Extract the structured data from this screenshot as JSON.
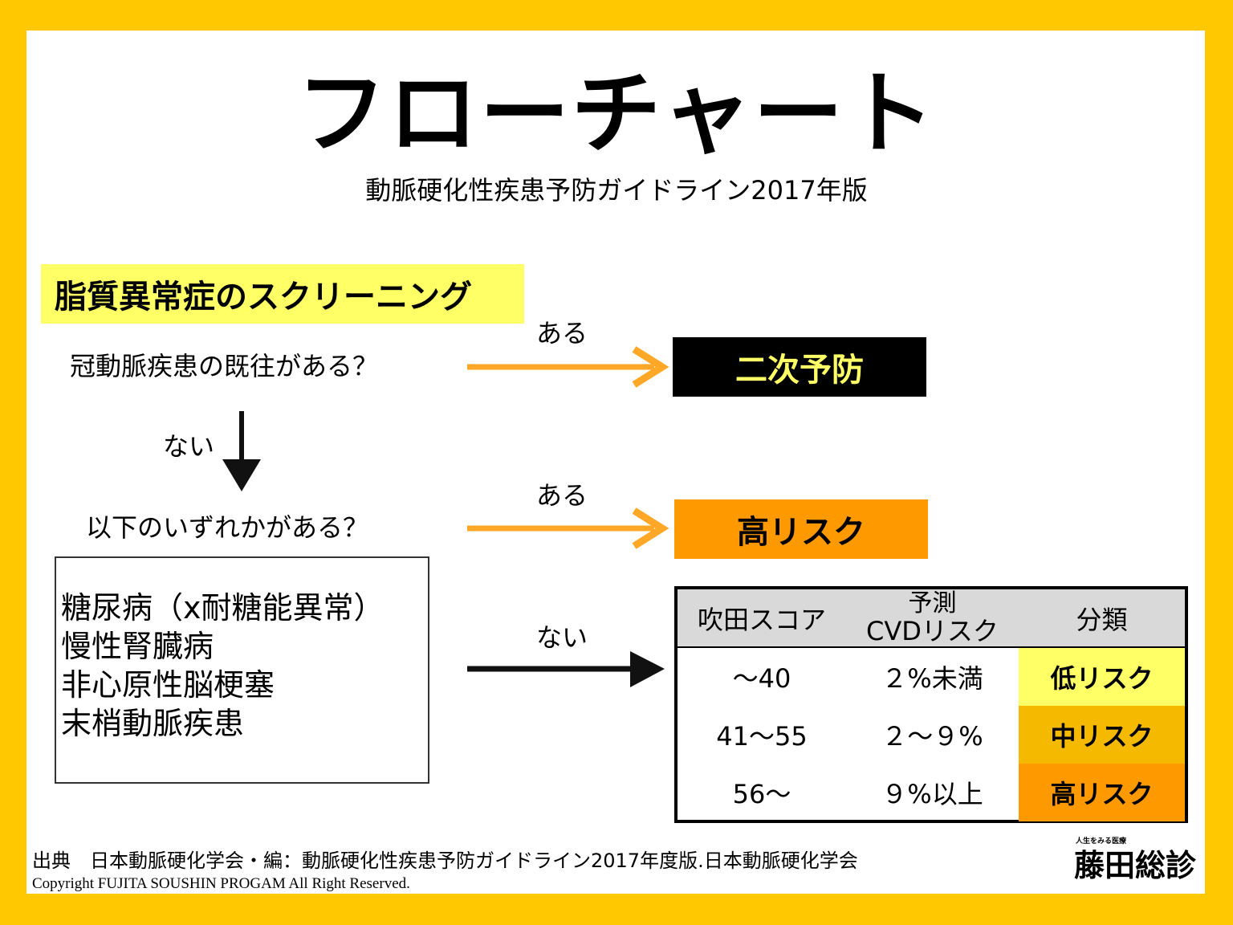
{
  "title": "フローチャート",
  "subtitle": "動脈硬化性疾患予防ガイドライン2017年版",
  "screening_label": "脂質異常症のスクリーニング",
  "question1": "冠動脈疾患の既往がある？",
  "question2": "以下のいずれかがある？",
  "yes_label": "ある",
  "no_label": "ない",
  "secondary_prevention": "二次予防",
  "high_risk": "高リスク",
  "conditions": [
    "糖尿病（x耐糖能異常）",
    "慢性腎臓病",
    "非心原性脳梗塞",
    "末梢動脈疾患"
  ],
  "table": {
    "headers": {
      "score": "吹田スコア",
      "cvd_top": "予測",
      "cvd_bottom": "CVDリスク",
      "class": "分類"
    },
    "rows": [
      {
        "score": "～40",
        "cvd": "２%未満",
        "class": "低リスク",
        "color": "#FFFF66"
      },
      {
        "score": "41～55",
        "cvd": "２～９%",
        "class": "中リスク",
        "color": "#F5BA00"
      },
      {
        "score": "56～",
        "cvd": "９%以上",
        "class": "高リスク",
        "color": "#FF9900"
      }
    ]
  },
  "footer": {
    "source": "出典　日本動脈硬化学会・編：動脈硬化性疾患予防ガイドライン2017年度版.日本動脈硬化学会",
    "copyright": "Copyright FUJITA SOUSHIN PROGAM All Right Reserved.",
    "logo_tagline": "人生をみる医療",
    "logo": "藤田総診"
  },
  "colors": {
    "border": "#FFC800",
    "orange_arrow": "#FFA726",
    "highlight": "#FFFF66"
  }
}
